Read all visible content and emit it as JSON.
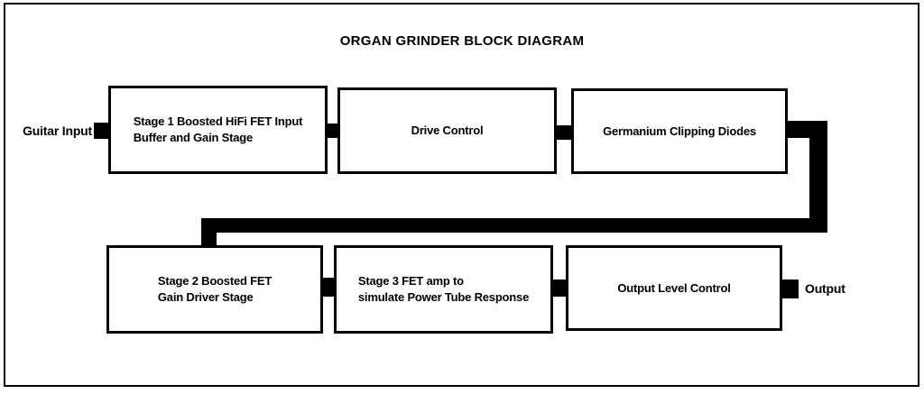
{
  "title": "ORGAN GRINDER BLOCK DIAGRAM",
  "labels": {
    "input": "Guitar Input",
    "output": "Output"
  },
  "blocks": {
    "stage1": {
      "line1": "Stage 1 Boosted HiFi FET Input",
      "line2": "Buffer and Gain Stage"
    },
    "drive": {
      "line1": "Drive Control"
    },
    "germanium": {
      "line1": "Germanium Clipping Diodes"
    },
    "stage2": {
      "line1": "Stage 2 Boosted FET",
      "line2": "Gain Driver Stage"
    },
    "stage3": {
      "line1": "Stage 3 FET amp to",
      "line2": "simulate Power Tube Response"
    },
    "output_level": {
      "line1": "Output Level Control"
    }
  },
  "colors": {
    "ink": "#000000",
    "paper": "#ffffff"
  }
}
